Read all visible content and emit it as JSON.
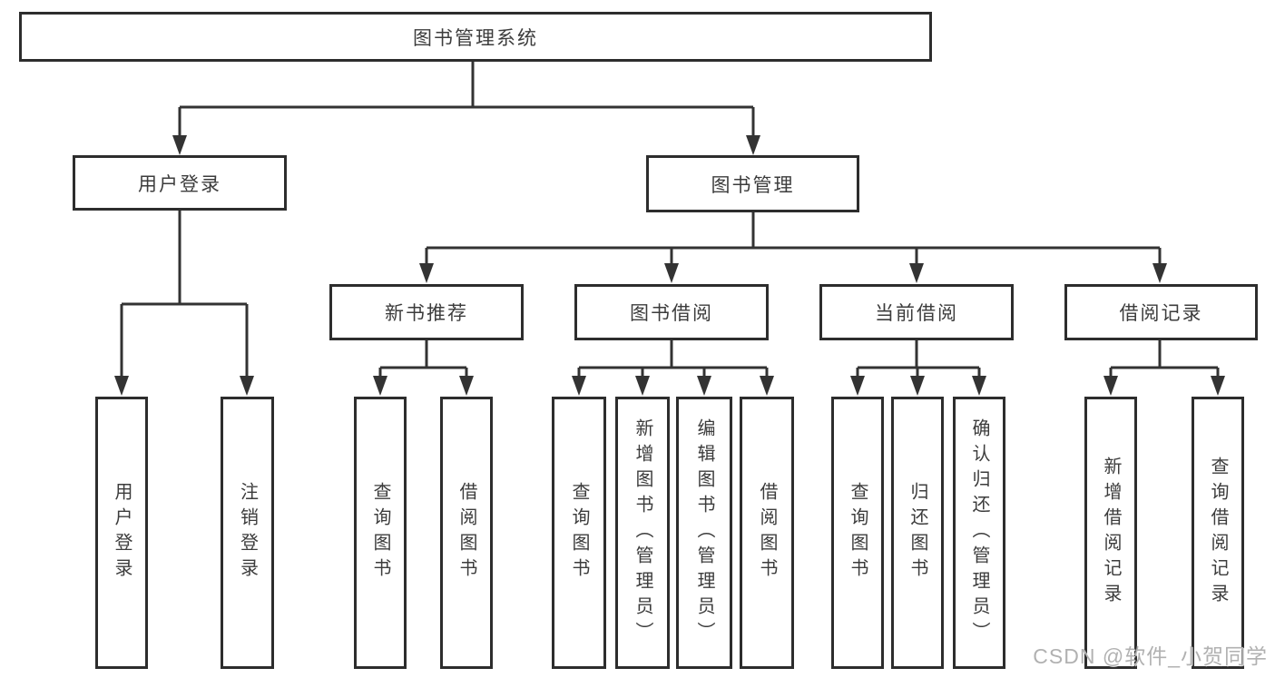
{
  "nodes": {
    "root": {
      "label": "图书管理系统"
    },
    "branches": [
      {
        "label": "用户登录"
      },
      {
        "label": "图书管理"
      }
    ],
    "level2": [
      {
        "label": "新书推荐",
        "parent": "图书管理"
      },
      {
        "label": "图书借阅",
        "parent": "图书管理"
      },
      {
        "label": "当前借阅",
        "parent": "图书管理"
      },
      {
        "label": "借阅记录",
        "parent": "图书管理"
      }
    ],
    "leaves": [
      {
        "label": "用户登录",
        "parent": "用户登录"
      },
      {
        "label": "注销登录",
        "parent": "用户登录"
      },
      {
        "label": "查询图书",
        "parent": "新书推荐"
      },
      {
        "label": "借阅图书",
        "parent": "新书推荐"
      },
      {
        "label": "查询图书",
        "parent": "图书借阅"
      },
      {
        "label": "新增图书（管理员）",
        "parent": "图书借阅"
      },
      {
        "label": "编辑图书（管理员）",
        "parent": "图书借阅"
      },
      {
        "label": "借阅图书",
        "parent": "图书借阅"
      },
      {
        "label": "查询图书",
        "parent": "当前借阅"
      },
      {
        "label": "归还图书",
        "parent": "当前借阅"
      },
      {
        "label": "确认归还（管理员）",
        "parent": "当前借阅"
      },
      {
        "label": "新增借阅记录",
        "parent": "借阅记录"
      },
      {
        "label": "查询借阅记录",
        "parent": "借阅记录"
      }
    ]
  },
  "watermark": {
    "text": "CSDN @软件_小贺同学",
    "color": "#b1b1b1"
  },
  "colors": {
    "line": "#333333",
    "box_border": "#2d2d2d",
    "box_background": "#ffffff",
    "text": "#3c3c3c",
    "page_background": "#ffffff"
  }
}
